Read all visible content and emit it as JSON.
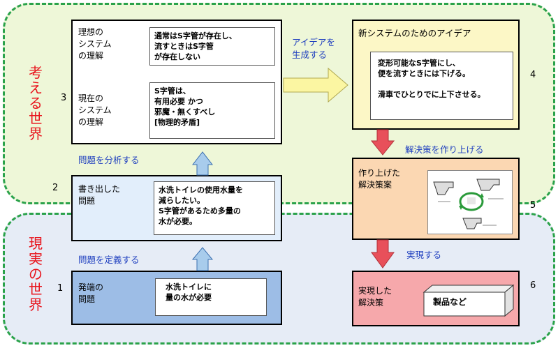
{
  "regions": {
    "thinking_world": "考える世界",
    "real_world": "現実の世界"
  },
  "steps": {
    "s1": {
      "number": "1",
      "title": "発端の\n問題",
      "content": "水洗トイレに\n量の水が必要"
    },
    "s2": {
      "number": "2",
      "title": "書き出した\n問題",
      "content": "水洗トイレの使用水量を\n減らしたい。\nS字管があるため多量の\n水が必要。"
    },
    "s3": {
      "number": "3",
      "ideal_title": "理想の\nシステム\nの理解",
      "ideal_content": "通常はS字管が存在し、\n流すときはS字管\nが存在しない",
      "current_title": "現在の\nシステム\nの理解",
      "current_content": "S字管は、\n 有用必要  かつ\n邪魔・無くすべし\n  [物理的矛盾]"
    },
    "s4": {
      "number": "4",
      "title": "新システムのためのアイデア",
      "content": "変形可能なS字管にし、\n便を流すときには下げる。\n\n滑車でひとりでに上下させる。"
    },
    "s5": {
      "number": "5",
      "title": "作り上げた\n解決策案"
    },
    "s6": {
      "number": "6",
      "title": "実現した\n解決策",
      "product": "製品など"
    }
  },
  "arrows": {
    "define": "問題を定義する",
    "analyze": "問題を分析する",
    "generate": "アイデアを\n生成する",
    "build": "解決策を作り上げる",
    "realize": "実現する"
  },
  "colors": {
    "region_border": "#2aa24a",
    "region_label": "#e8141c",
    "blue_arrow": "#a8ccec",
    "red_arrow": "#e8505a",
    "yellow_arrow": "#fbf6a2"
  }
}
